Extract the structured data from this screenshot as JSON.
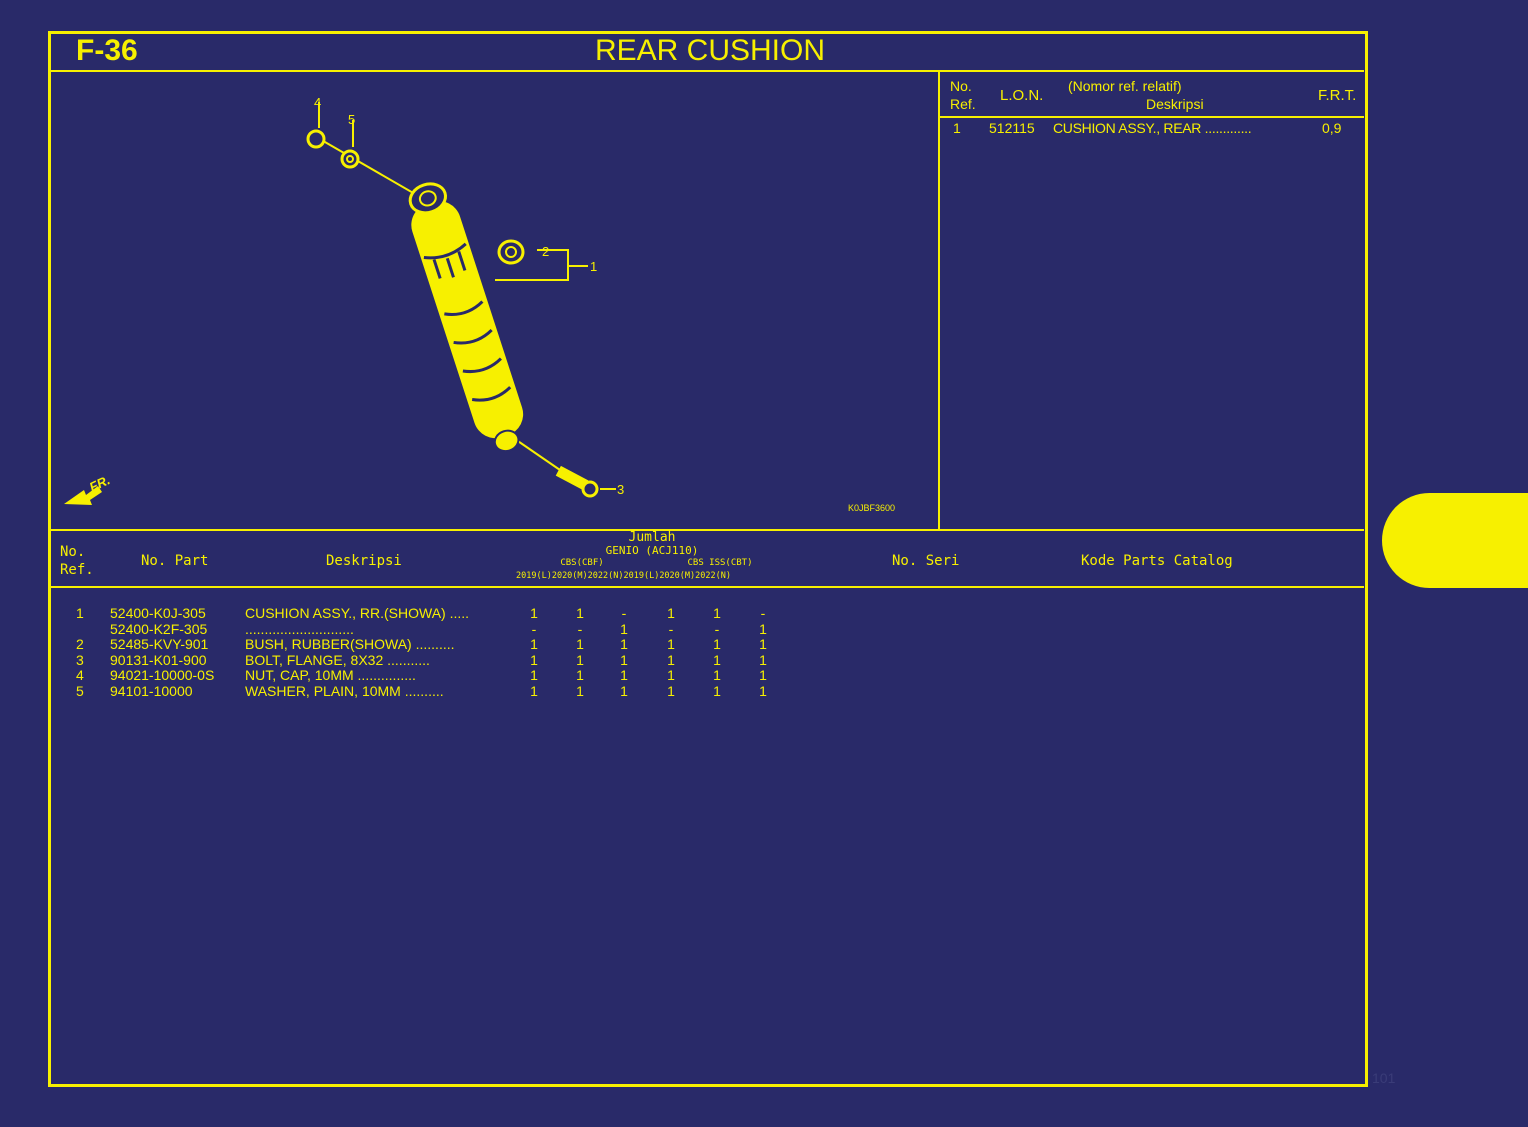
{
  "header": {
    "code": "F-36",
    "title": "REAR CUSHION"
  },
  "diagram": {
    "callouts": [
      "1",
      "2",
      "3",
      "4",
      "5"
    ],
    "direction_label": "FR.",
    "drawing_code": "K0JBF3600",
    "icon": "rear-shock-absorber-illustration"
  },
  "frt_table": {
    "headers": {
      "no_ref": [
        "No.",
        "Ref."
      ],
      "lon": "L.O.N.",
      "desc_top": "(Nomor ref. relatif)",
      "desc": "Deskripsi",
      "frt": "F.R.T."
    },
    "rows": [
      {
        "ref": "1",
        "lon": "512115",
        "desc": "CUSHION ASSY., REAR .............",
        "frt": "0,9"
      }
    ]
  },
  "parts_table": {
    "headers": {
      "no_ref": [
        "No.",
        "Ref."
      ],
      "no_part": "No. Part",
      "deskripsi": "Deskripsi",
      "jumlah": "Jumlah",
      "model": "GENIO (ACJ110)",
      "group_a": "CBS(CBF)",
      "group_b": "CBS ISS(CBT)",
      "years": [
        "2019(L)",
        "2020(M)",
        "2022(N)",
        "2019(L)",
        "2020(M)",
        "2022(N)"
      ],
      "no_seri": "No. Seri",
      "kode": "Kode Parts Catalog"
    },
    "rows": [
      {
        "ref": "1",
        "part": "52400-K0J-305",
        "desc": "CUSHION ASSY., RR.(SHOWA) .....",
        "qty": [
          "1",
          "1",
          "-",
          "1",
          "1",
          "-"
        ]
      },
      {
        "ref": "",
        "part": "52400-K2F-305",
        "desc": "  ............................",
        "qty": [
          "-",
          "-",
          "1",
          "-",
          "-",
          "1"
        ]
      },
      {
        "ref": "2",
        "part": "52485-KVY-901",
        "desc": "BUSH, RUBBER(SHOWA) ..........",
        "qty": [
          "1",
          "1",
          "1",
          "1",
          "1",
          "1"
        ]
      },
      {
        "ref": "3",
        "part": "90131-K01-900",
        "desc": "BOLT, FLANGE, 8X32 ...........",
        "qty": [
          "1",
          "1",
          "1",
          "1",
          "1",
          "1"
        ]
      },
      {
        "ref": "4",
        "part": "94021-10000-0S",
        "desc": "NUT, CAP, 10MM ...............",
        "qty": [
          "1",
          "1",
          "1",
          "1",
          "1",
          "1"
        ]
      },
      {
        "ref": "5",
        "part": "94101-10000",
        "desc": "WASHER, PLAIN, 10MM ..........",
        "qty": [
          "1",
          "1",
          "1",
          "1",
          "1",
          "1"
        ]
      }
    ]
  },
  "page_number": "101",
  "colors": {
    "background": "#292a69",
    "accent": "#f7f000"
  }
}
